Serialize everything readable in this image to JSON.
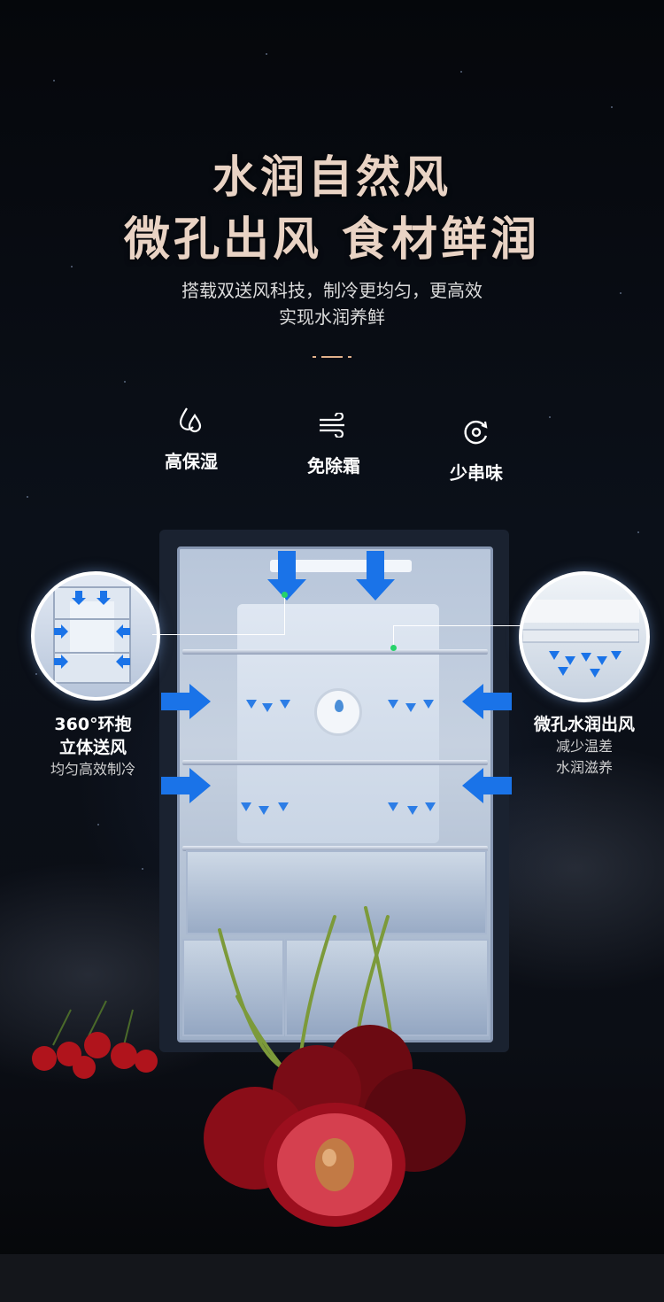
{
  "header": {
    "title_line1": "水润自然风",
    "title_line2": "微孔出风  食材鲜润",
    "subtitle_line1": "搭载双送风科技，制冷更均匀，更高效",
    "subtitle_line2": "实现水润养鲜"
  },
  "features": [
    {
      "label": "高保湿",
      "icon": "water-drops-icon"
    },
    {
      "label": "免除霜",
      "icon": "wind-icon"
    },
    {
      "label": "少串味",
      "icon": "cycle-icon"
    }
  ],
  "left_callout": {
    "line1": "360°环抱",
    "line2": "立体送风",
    "line3": "均匀高效制冷"
  },
  "right_callout": {
    "line1": "微孔水润出风",
    "line2": "减少温差",
    "line3": "水润滋养"
  },
  "colors": {
    "title": "#e9d3c4",
    "accent": "#e0b08a",
    "airflow": "#1a73e8",
    "indicator": "#27d36a"
  }
}
